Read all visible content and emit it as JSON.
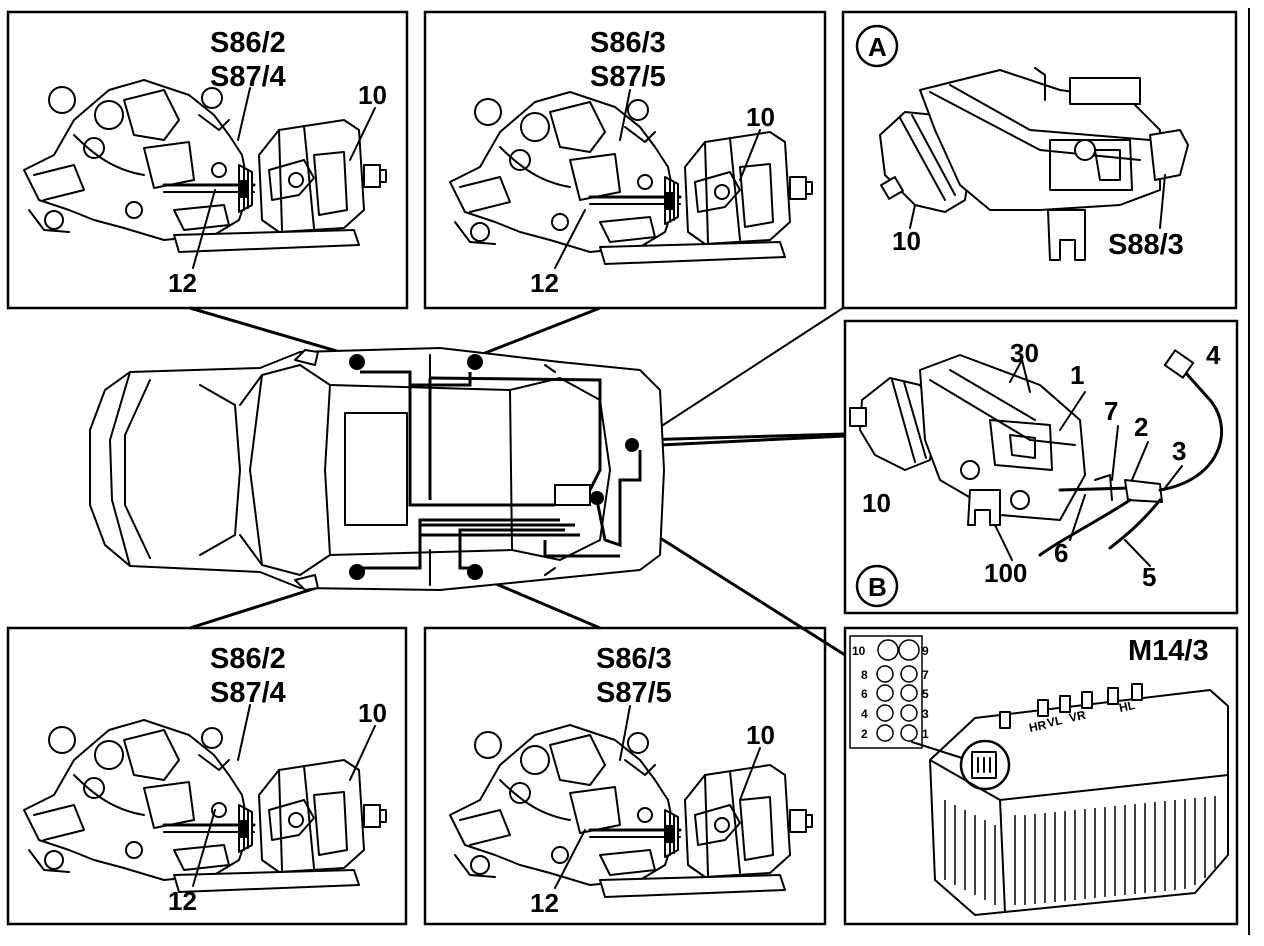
{
  "panels": {
    "top_left": {
      "codes": [
        "S86/2",
        "S87/4"
      ],
      "motor": "10",
      "rod": "12"
    },
    "top_mid": {
      "codes": [
        "S86/3",
        "S87/5"
      ],
      "motor": "10",
      "rod": "12"
    },
    "bot_left": {
      "codes": [
        "S86/2",
        "S87/4"
      ],
      "motor": "10",
      "rod": "12"
    },
    "bot_mid": {
      "codes": [
        "S86/3",
        "S87/5"
      ],
      "motor": "10",
      "rod": "12"
    },
    "detail_a": {
      "letter": "A",
      "motor": "10",
      "switch": "S88/3"
    },
    "detail_b": {
      "letter": "B",
      "callouts": [
        "30",
        "1",
        "4",
        "7",
        "2",
        "3",
        "10",
        "6",
        "100",
        "5"
      ]
    },
    "module": {
      "title": "M14/3",
      "pins_left": [
        "10",
        "8",
        "6",
        "4",
        "2"
      ],
      "pins_right": [
        "9",
        "7",
        "5",
        "3",
        "1"
      ],
      "terminal_marks": [
        "HR",
        "VL",
        "VR",
        "HL"
      ]
    }
  }
}
